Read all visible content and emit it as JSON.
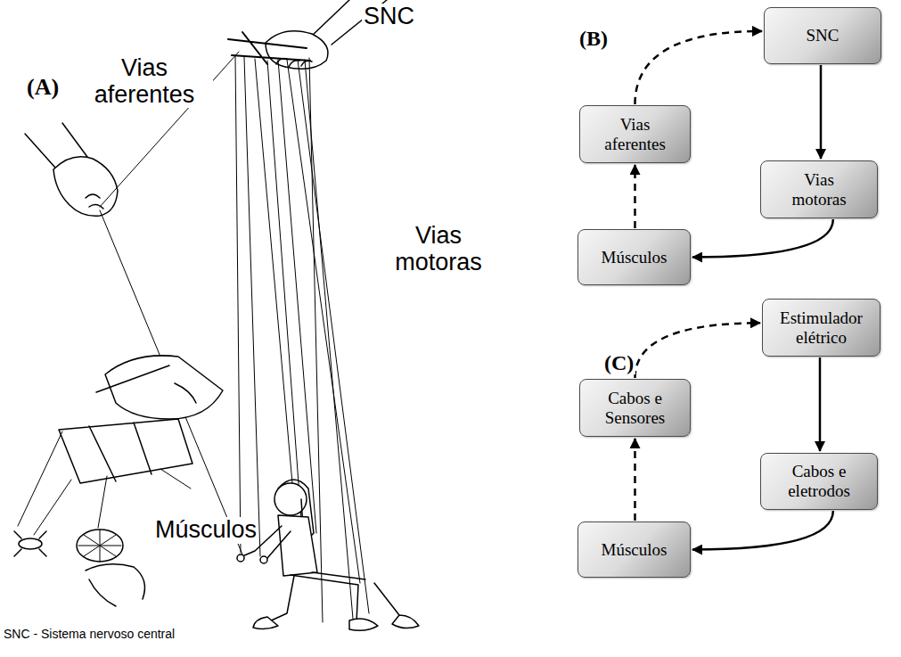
{
  "diagram": {
    "nodes": [
      {
        "text": [
          "SNC"
        ]
      },
      {
        "text": [
          "Vias aferentes"
        ]
      },
      {
        "text": [
          "Vias motoras"
        ]
      },
      {
        "text": [
          "Músculos"
        ]
      },
      {
        "text": [
          "Estimulador elétrico"
        ]
      },
      {
        "text": [
          "Cabos e Sensores"
        ]
      },
      {
        "text": [
          "Cabos e eletrodos"
        ]
      },
      {
        "text": [
          "Músculos"
        ]
      }
    ],
    "edges": [
      {
        "from": 0,
        "to": 2,
        "arrow": "to"
      },
      {
        "from": 2,
        "to": 3,
        "arrow": "to"
      },
      {
        "from": 3,
        "to": 1,
        "arrow": "to"
      },
      {
        "from": 1,
        "to": 0,
        "arrow": "to"
      },
      {
        "from": 4,
        "to": 6,
        "arrow": "to"
      },
      {
        "from": 6,
        "to": 7,
        "arrow": "to"
      },
      {
        "from": 7,
        "to": 5,
        "arrow": "to"
      },
      {
        "from": 5,
        "to": 4,
        "arrow": "to"
      }
    ],
    "labels": [
      "(A)",
      "Vias aferentes",
      "SNC",
      "Vias motoras",
      "Músculos",
      "(B)",
      "(C)",
      "SNC - Sistema nervoso central"
    ]
  }
}
